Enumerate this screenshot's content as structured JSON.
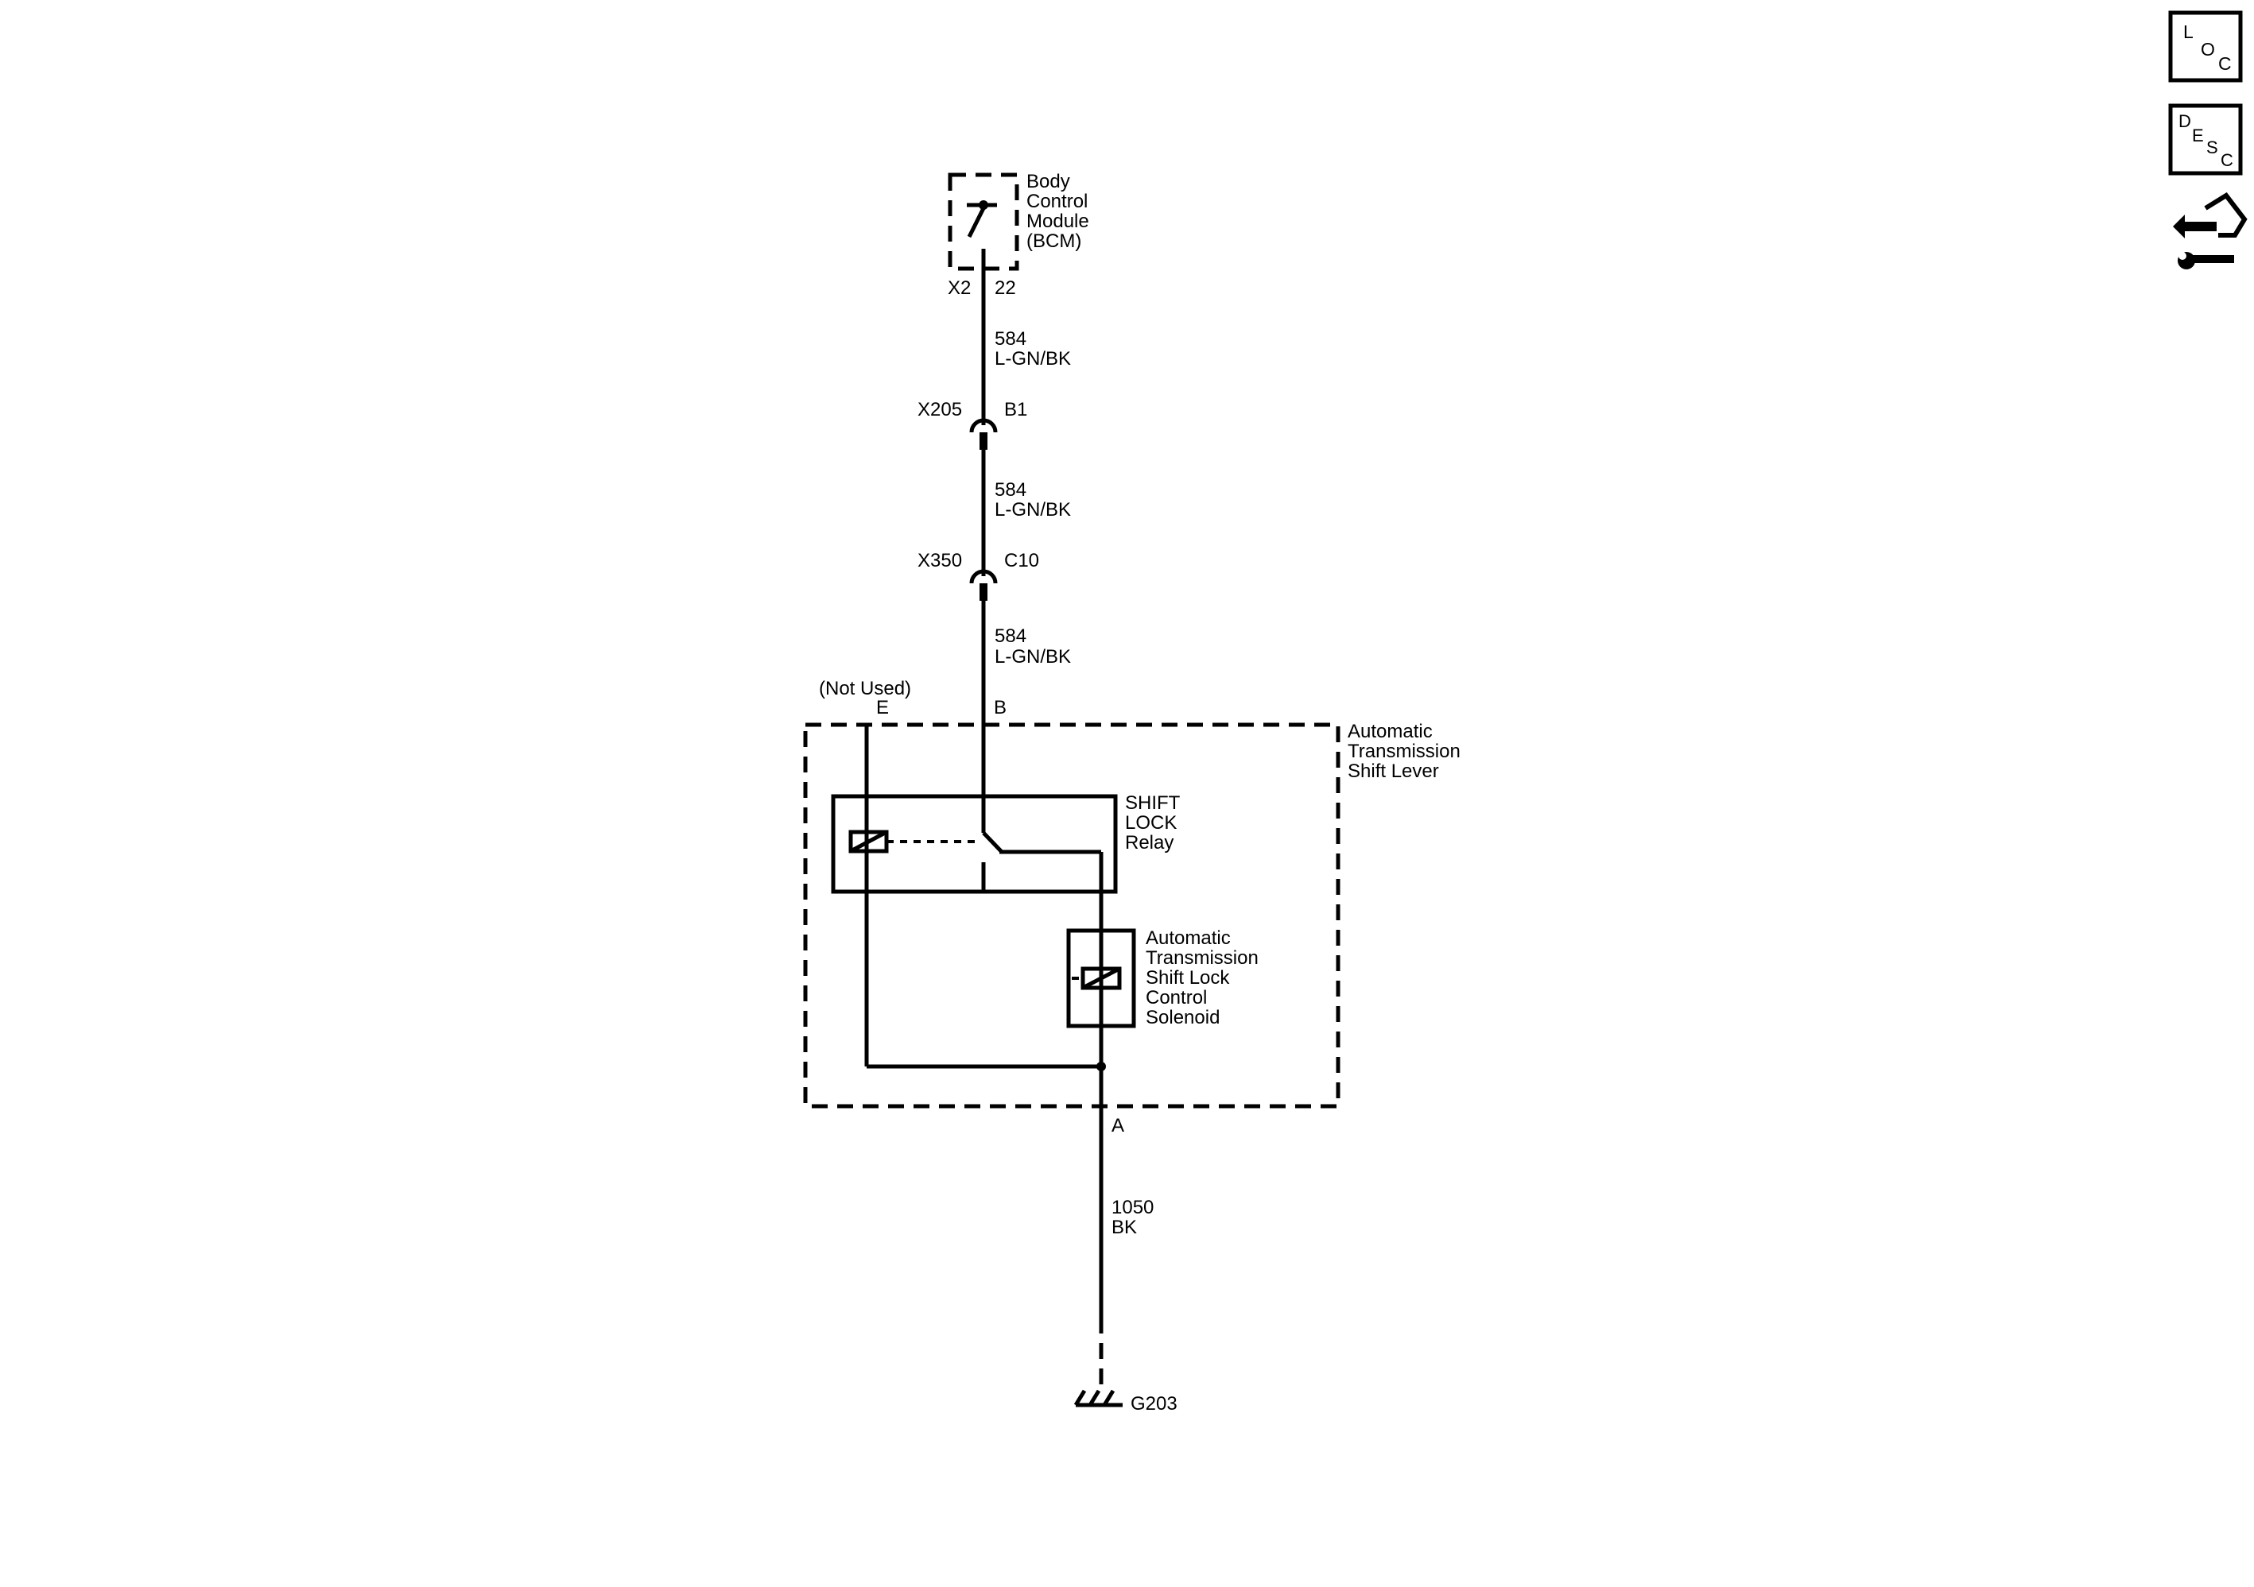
{
  "bcm": {
    "lines": [
      "Body",
      "Control",
      "Module",
      "(BCM)"
    ],
    "connector": "X2",
    "pin": "22"
  },
  "wires": [
    {
      "circuit": "584",
      "color": "L-GN/BK"
    },
    {
      "circuit": "584",
      "color": "L-GN/BK"
    },
    {
      "circuit": "584",
      "color": "L-GN/BK"
    },
    {
      "circuit": "1050",
      "color": "BK"
    }
  ],
  "connectors": [
    {
      "name": "X205",
      "pin": "B1"
    },
    {
      "name": "X350",
      "pin": "C10"
    }
  ],
  "shift_lever": {
    "lines": [
      "Automatic",
      "Transmission",
      "Shift Lever"
    ],
    "pin_e": "E",
    "pin_e_note": "(Not Used)",
    "pin_b": "B",
    "pin_a": "A"
  },
  "relay": {
    "lines": [
      "SHIFT",
      "LOCK",
      "Relay"
    ]
  },
  "solenoid": {
    "lines": [
      "Automatic",
      "Transmission",
      "Shift Lock",
      "Control",
      "Solenoid"
    ]
  },
  "ground": {
    "label": "G203"
  },
  "nav": {
    "loc": {
      "l1": "L",
      "l2": "O",
      "l3": "C",
      "icon": "location-icon"
    },
    "desc": {
      "l1": "D",
      "l2": "E",
      "l3": "S",
      "l4": "C",
      "icon": "description-icon"
    },
    "repair": {
      "icon": "connector-repair-icon"
    }
  }
}
